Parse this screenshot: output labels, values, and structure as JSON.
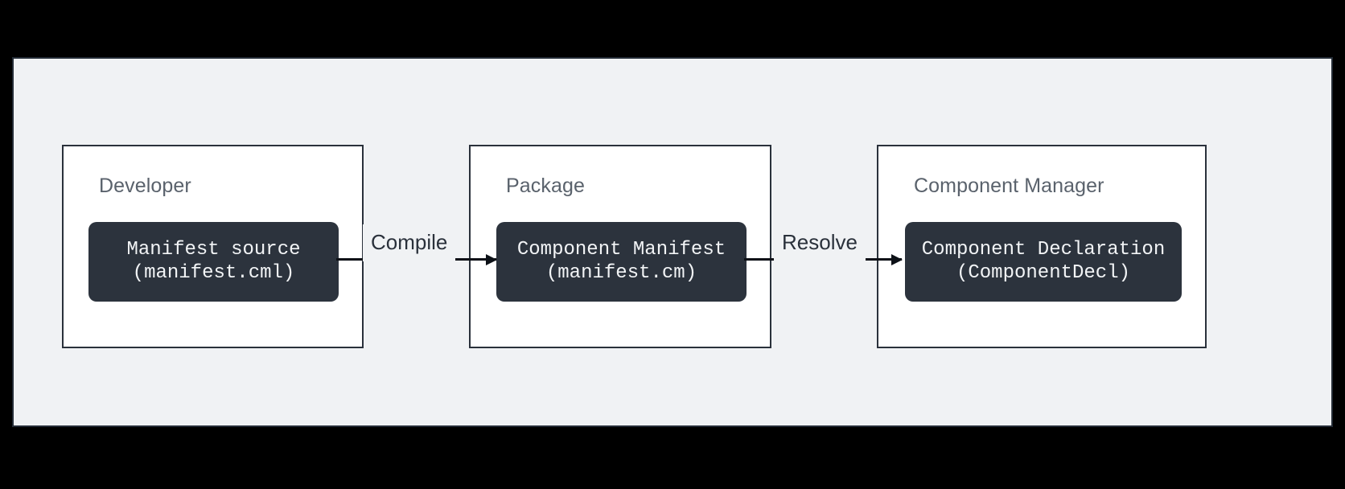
{
  "diagram": {
    "type": "flow",
    "background_color": "#000000",
    "canvas_color": "#F0F2F4",
    "node_color": "#2C333D",
    "node_text_color": "#F2F4F6",
    "group_border_color": "#2A313B",
    "group_label_color": "#5A626C",
    "arrow_color": "#0D1117",
    "groups": [
      {
        "id": "developer",
        "label": "Developer",
        "node": {
          "id": "manifest-source",
          "line1": "Manifest source",
          "line2": "(manifest.cml)"
        }
      },
      {
        "id": "package",
        "label": "Package",
        "node": {
          "id": "component-manifest",
          "line1": "Component Manifest",
          "line2": "(manifest.cm)"
        }
      },
      {
        "id": "component-manager",
        "label": "Component Manager",
        "node": {
          "id": "component-declaration",
          "line1": "Component Declaration",
          "line2": "(ComponentDecl)"
        }
      }
    ],
    "edges": [
      {
        "id": "compile",
        "label": "Compile",
        "from": "manifest-source",
        "to": "component-manifest"
      },
      {
        "id": "resolve",
        "label": "Resolve",
        "from": "component-manifest",
        "to": "component-declaration"
      }
    ]
  }
}
